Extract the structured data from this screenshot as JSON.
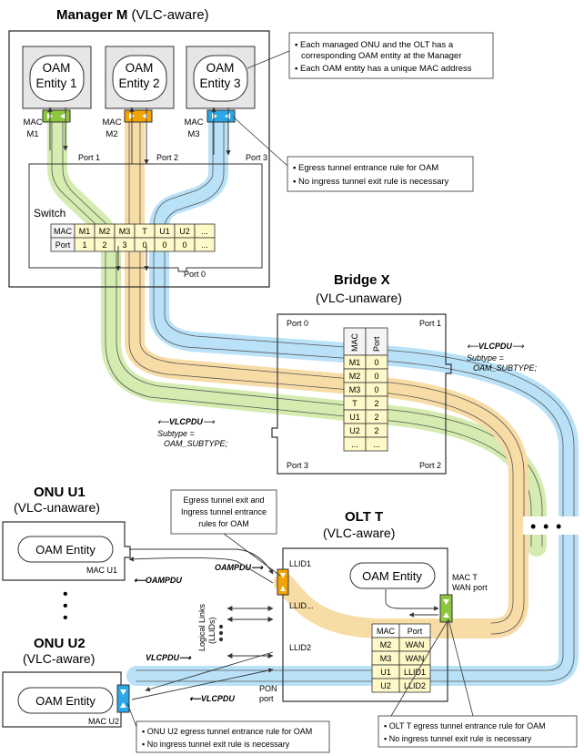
{
  "manager": {
    "title_bold": "Manager M",
    "title_rest": "(VLC-aware)",
    "entities": [
      {
        "line1": "OAM",
        "line2": "Entity 1"
      },
      {
        "line1": "OAM",
        "line2": "Entity 2"
      },
      {
        "line1": "OAM",
        "line2": "Entity 3"
      }
    ],
    "macs": [
      {
        "line1": "MAC",
        "line2": "M1"
      },
      {
        "line1": "MAC",
        "line2": "M2"
      },
      {
        "line1": "MAC",
        "line2": "M3"
      }
    ],
    "note": [
      "Each managed ONU and the OLT has a",
      "corresponding OAM entity at the Manager",
      "Each OAM entity has a unique MAC address"
    ],
    "port_labels": [
      "Port 1",
      "Port 2",
      "Port 3",
      "Port 0"
    ],
    "switch_label": "Switch",
    "switch_table": {
      "rows": [
        [
          "MAC",
          "M1",
          "M2",
          "M3",
          "T",
          "U1",
          "U2",
          "..."
        ],
        [
          "Port",
          "1",
          "2",
          "3",
          "0",
          "0",
          "0",
          "..."
        ]
      ]
    },
    "egress_note": [
      "Egress tunnel entrance rule for OAM",
      "No ingress tunnel exit rule is necessary"
    ]
  },
  "bridge": {
    "title_bold": "Bridge X",
    "title_rest": "(VLC-unaware)",
    "ports": [
      "Port 0",
      "Port 1",
      "Port 3",
      "Port 2"
    ],
    "table": {
      "headers": [
        "MAC",
        "Port"
      ],
      "rows": [
        [
          "M1",
          "0"
        ],
        [
          "M2",
          "0"
        ],
        [
          "M3",
          "0"
        ],
        [
          "T",
          "2"
        ],
        [
          "U1",
          "2"
        ],
        [
          "U2",
          "2"
        ],
        [
          "...",
          "..."
        ]
      ]
    },
    "vlcpdu_right": [
      "VLCPDU",
      "Subtype =",
      "OAM_SUBTYPE;"
    ],
    "vlcpdu_left": [
      "VLCPDU",
      "Subtype =",
      "OAM_SUBTYPE;"
    ]
  },
  "onu1": {
    "title_bold": "ONU U1",
    "title_rest": "(VLC-unaware)",
    "entity": "OAM Entity",
    "mac": "MAC U1",
    "oampdu_in": "OAMPDU",
    "oampdu_out": "OAMPDU"
  },
  "dots": "•",
  "onu2": {
    "title_bold": "ONU U2",
    "title_rest": "(VLC-aware)",
    "entity": "OAM Entity",
    "mac": "MAC U2",
    "vlcpdu_in": "VLCPDU",
    "vlcpdu_out": "VLCPDU",
    "note": [
      "ONU U2 egress tunnel entrance rule for OAM",
      "No ingress tunnel exit rule is necessary"
    ]
  },
  "olt": {
    "title_bold": "OLT T",
    "title_rest": "(VLC-aware)",
    "entity": "OAM Entity",
    "mac_line1": "MAC T",
    "mac_line2": "WAN port",
    "llids": [
      "LLID1",
      "LLID...",
      "LLID2"
    ],
    "pon_port": [
      "PON",
      "port"
    ],
    "logical_links": [
      "Logical Links",
      "(LLIDs)"
    ],
    "table": {
      "headers": [
        "MAC",
        "Port"
      ],
      "rows": [
        [
          "M2",
          "WAN"
        ],
        [
          "M3",
          "WAN"
        ],
        [
          "U1",
          "LLID1"
        ],
        [
          "U2",
          "LLID2"
        ]
      ]
    },
    "exit_note": [
      "Egress tunnel exit and",
      "Ingress tunnel entrance",
      "rules for OAM"
    ],
    "note": [
      "OLT T egress tunnel entrance rule for OAM",
      "No ingress tunnel exit rule is necessary"
    ]
  },
  "colors": {
    "green_tunnel": "#d5ecb0",
    "orange_tunnel": "#f8dca6",
    "blue_tunnel": "#b9e2f8",
    "green_port": "#8dc63f",
    "orange_port": "#f5a300",
    "blue_port": "#2aa8e8",
    "entity_fill": "#e6e6e6",
    "table_fill": "#fff8c8"
  }
}
